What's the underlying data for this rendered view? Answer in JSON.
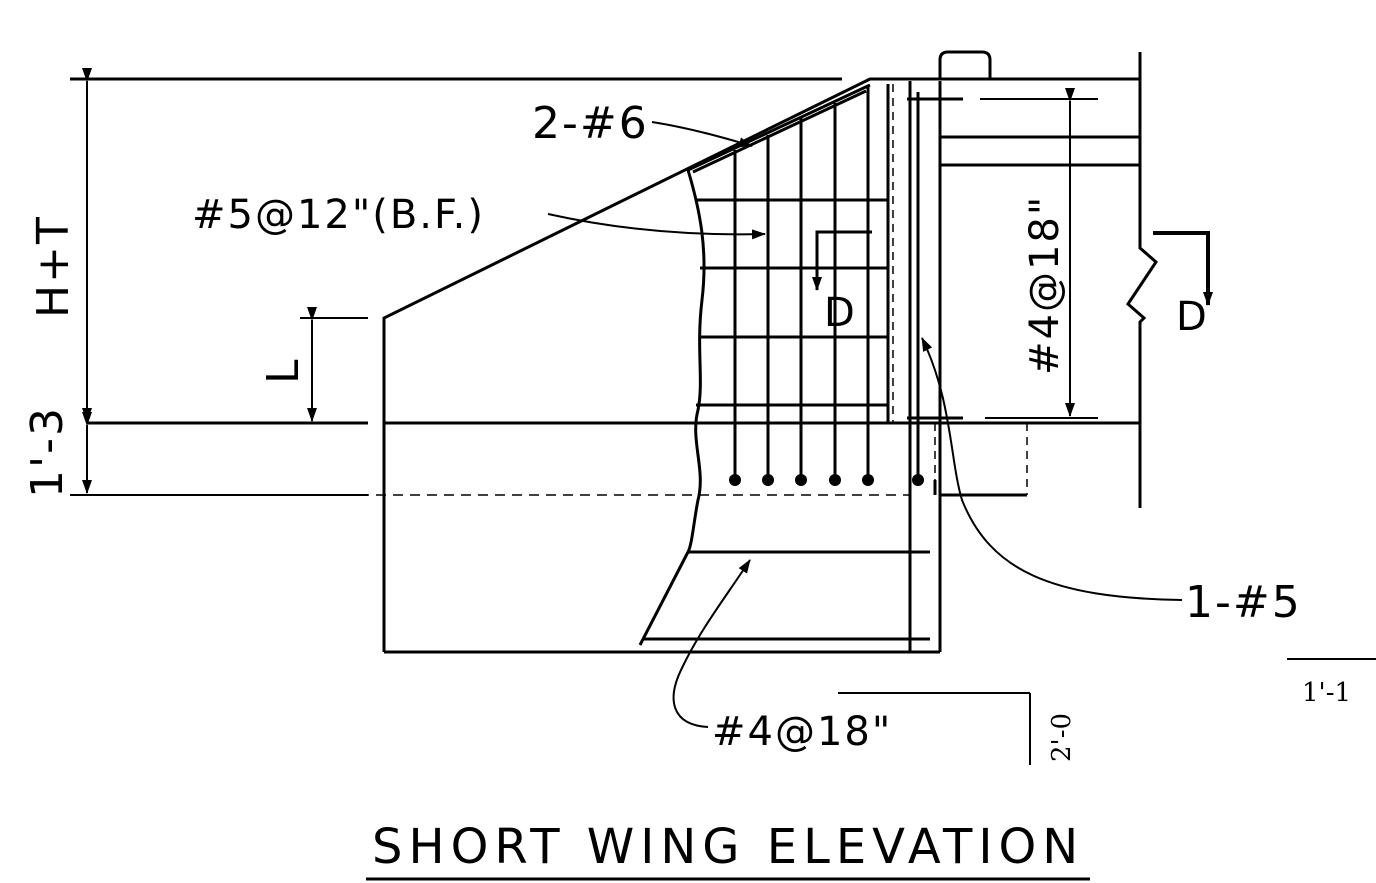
{
  "labels": {
    "top_bars": "2-#6",
    "back_face": "#5@12\"(B.F.)",
    "vertical_spacing": "#4@18\"",
    "bottom_spacing": "#4@18\"",
    "corner_bar": "1-#5",
    "dim_h_t": "H+T",
    "dim_l": "L",
    "dim_1_3": "1'-3",
    "dim_2_0": "2'-0",
    "dim_1_1": "1'-1",
    "section_mark": "D"
  },
  "title": "SHORT WING ELEVATION"
}
